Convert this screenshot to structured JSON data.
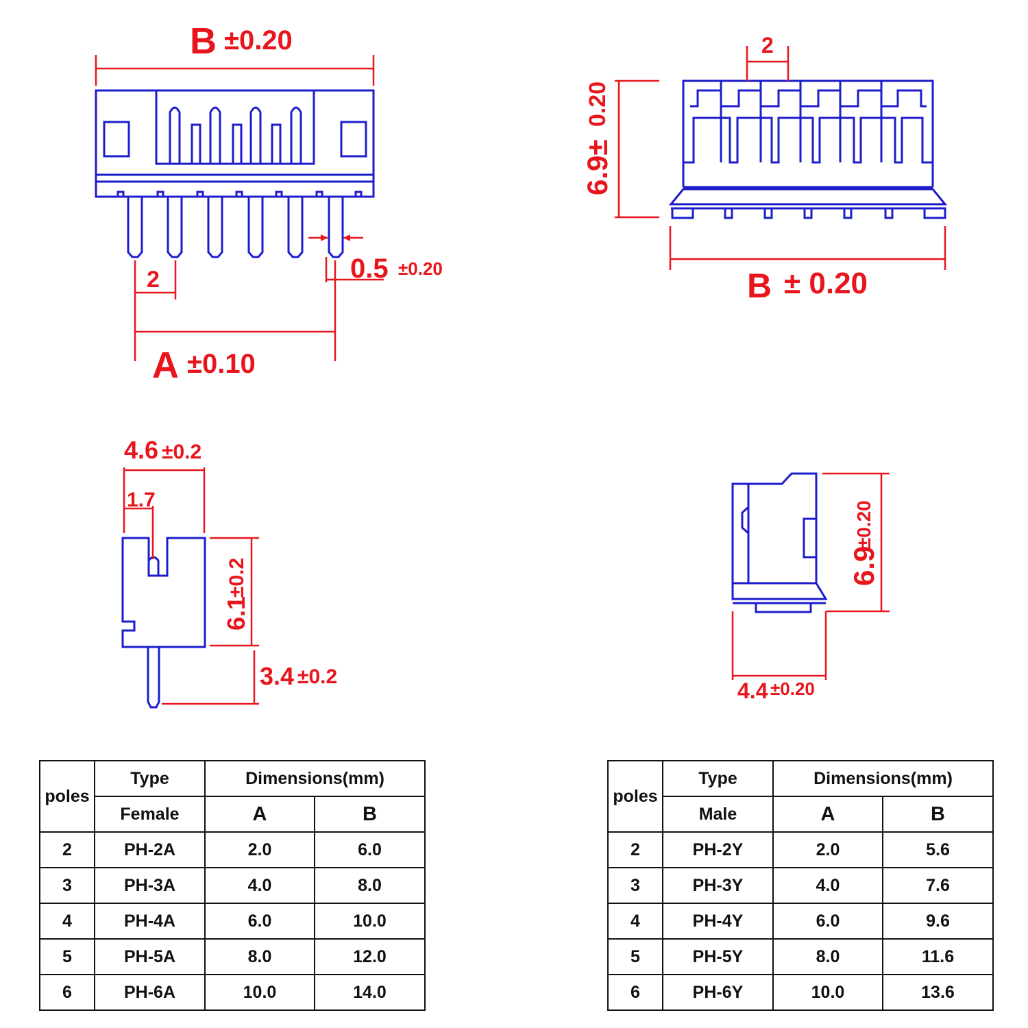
{
  "colors": {
    "outline": "#1c1ccc",
    "dimension": "#e8151c",
    "table_text": "#111111"
  },
  "drawings": {
    "female_front": {
      "width_label": "B",
      "width_tol": "±0.20",
      "pitch_label": "2",
      "span_label": "A",
      "span_tol": "±0.10",
      "pin_label": "0.5",
      "pin_tol": "±0.20"
    },
    "male_front": {
      "pitch_label": "2",
      "height_label": "6.9±",
      "height_tol": "0.20",
      "width_label": "B",
      "width_tol": "± 0.20"
    },
    "female_side": {
      "depth_label": "4.6",
      "depth_tol": "±0.2",
      "offset_label": "1.7",
      "height_label": "6.1",
      "height_tol": "±0.2",
      "pin_label": "3.4",
      "pin_tol": "±0.2"
    },
    "male_side": {
      "height_label": "6.9",
      "height_tol": "±0.20",
      "depth_label": "4.4",
      "depth_tol": "±0.20"
    }
  },
  "tables": {
    "female": {
      "poles_header": "poles",
      "type_header": "Type",
      "dims_header": "Dimensions(mm)",
      "kind": "Female",
      "a_header": "A",
      "b_header": "B",
      "rows": [
        [
          "2",
          "PH-2A",
          "2.0",
          "6.0"
        ],
        [
          "3",
          "PH-3A",
          "4.0",
          "8.0"
        ],
        [
          "4",
          "PH-4A",
          "6.0",
          "10.0"
        ],
        [
          "5",
          "PH-5A",
          "8.0",
          "12.0"
        ],
        [
          "6",
          "PH-6A",
          "10.0",
          "14.0"
        ]
      ]
    },
    "male": {
      "poles_header": "poles",
      "type_header": "Type",
      "dims_header": "Dimensions(mm)",
      "kind": "Male",
      "a_header": "A",
      "b_header": "B",
      "rows": [
        [
          "2",
          "PH-2Y",
          "2.0",
          "5.6"
        ],
        [
          "3",
          "PH-3Y",
          "4.0",
          "7.6"
        ],
        [
          "4",
          "PH-4Y",
          "6.0",
          "9.6"
        ],
        [
          "5",
          "PH-5Y",
          "8.0",
          "11.6"
        ],
        [
          "6",
          "PH-6Y",
          "10.0",
          "13.6"
        ]
      ]
    }
  }
}
